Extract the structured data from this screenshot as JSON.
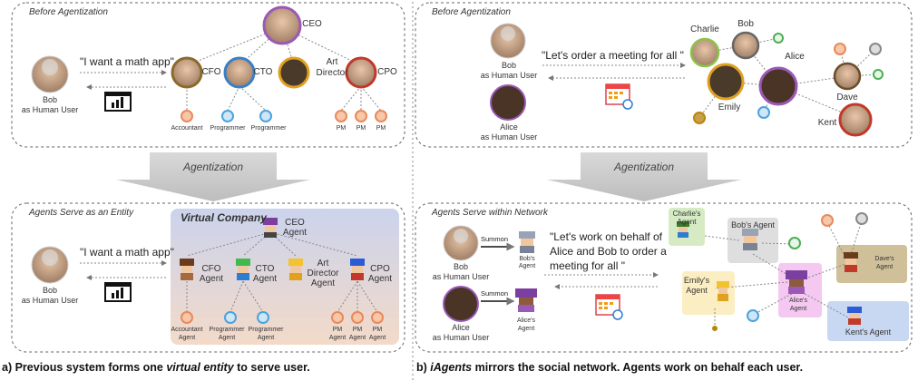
{
  "left": {
    "before_title": "Before Agentization",
    "quote": "\"I want a math app\"",
    "user_label_1": "Bob",
    "user_label_2": "as Human User",
    "org": {
      "ceo": "CEO",
      "cfo": "CFO",
      "cto": "CTO",
      "art_1": "Art",
      "art_2": "Director",
      "cpo": "CPO",
      "accountant": "Accountant",
      "programmer_1": "Programmer",
      "programmer_2": "Programmer",
      "pm": [
        "PM",
        "PM",
        "PM"
      ]
    },
    "agentization": "Agentization",
    "after_title": "Agents Serve as an Entity",
    "virtual_company": "Virtual Company",
    "agent_org": {
      "ceo_1": "CEO",
      "ceo_2": "Agent",
      "cfo_1": "CFO",
      "cfo_2": "Agent",
      "cto_1": "CTO",
      "cto_2": "Agent",
      "art_1": "Art",
      "art_2": "Director",
      "art_3": "Agent",
      "cpo_1": "CPO",
      "cpo_2": "Agent",
      "accountant_1": "Accountant",
      "accountant_2": "Agent",
      "programmer_a_1": "Programmer",
      "programmer_a_2": "Agent",
      "programmer_b_1": "Programmer",
      "programmer_b_2": "Agent",
      "pm_1": "PM",
      "pm_2": "Agent"
    },
    "caption_pre": "a) Previous system forms one ",
    "caption_em": "virtual entity",
    "caption_post": " to serve user."
  },
  "right": {
    "before_title": "Before Agentization",
    "quote": "\"Let's order a meeting for all \"",
    "bob_1": "Bob",
    "bob_2": "as Human User",
    "alice_1": "Alice",
    "alice_2": "as Human User",
    "network": {
      "charlie": "Charlie",
      "bob": "Bob",
      "alice": "Alice",
      "dave": "Dave",
      "emily": "Emily",
      "kent": "Kent"
    },
    "agentization": "Agentization",
    "after_title": "Agents Serve within Network",
    "summon": "Summon",
    "bobs_agent_small_1": "Bob's",
    "bobs_agent_small_2": "Agent",
    "alices_agent_small_1": "Alice's",
    "alices_agent_small_2": "Agent",
    "quote2_1": "\"Let's work on behalf of",
    "quote2_2": "Alice and Bob to order a",
    "quote2_3": "meeting for all \"",
    "agents": {
      "charlie_1": "Charlie's",
      "charlie_2": "Agent",
      "bob": "Bob's Agent",
      "emily_1": "Emily's",
      "emily_2": "Agent",
      "alice_1": "Alice's",
      "alice_2": "Agent",
      "dave_1": "Dave's",
      "dave_2": "Agent",
      "kent": "Kent's Agent"
    },
    "caption_pre": "b) ",
    "caption_em": "iAgents",
    "caption_post": " mirrors the social network. Agents work on behalf each user."
  },
  "colors": {
    "ceo_ring": "#9b59b6",
    "cfo_ring": "#8b6a2a",
    "cto_ring": "#3a7fc4",
    "art_ring": "#e0a020",
    "cpo_ring": "#c0392b",
    "orange_node": "#e88a5a",
    "blue_node": "#4aa3df",
    "green_node": "#4caf50",
    "gray_node": "#888888",
    "brown_node": "#b8860b"
  }
}
